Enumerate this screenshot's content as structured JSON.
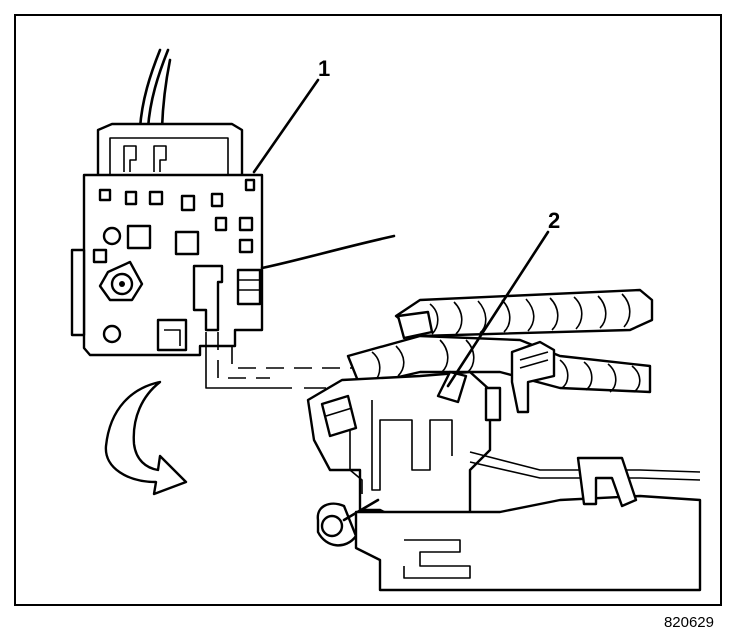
{
  "callouts": {
    "relay_label": "1",
    "retainer_label": "2"
  },
  "figure_id": "820629",
  "icons": {
    "rotation_arrow": "curved-arrow-icon"
  },
  "colors": {
    "ink": "#000000",
    "paper": "#ffffff"
  }
}
